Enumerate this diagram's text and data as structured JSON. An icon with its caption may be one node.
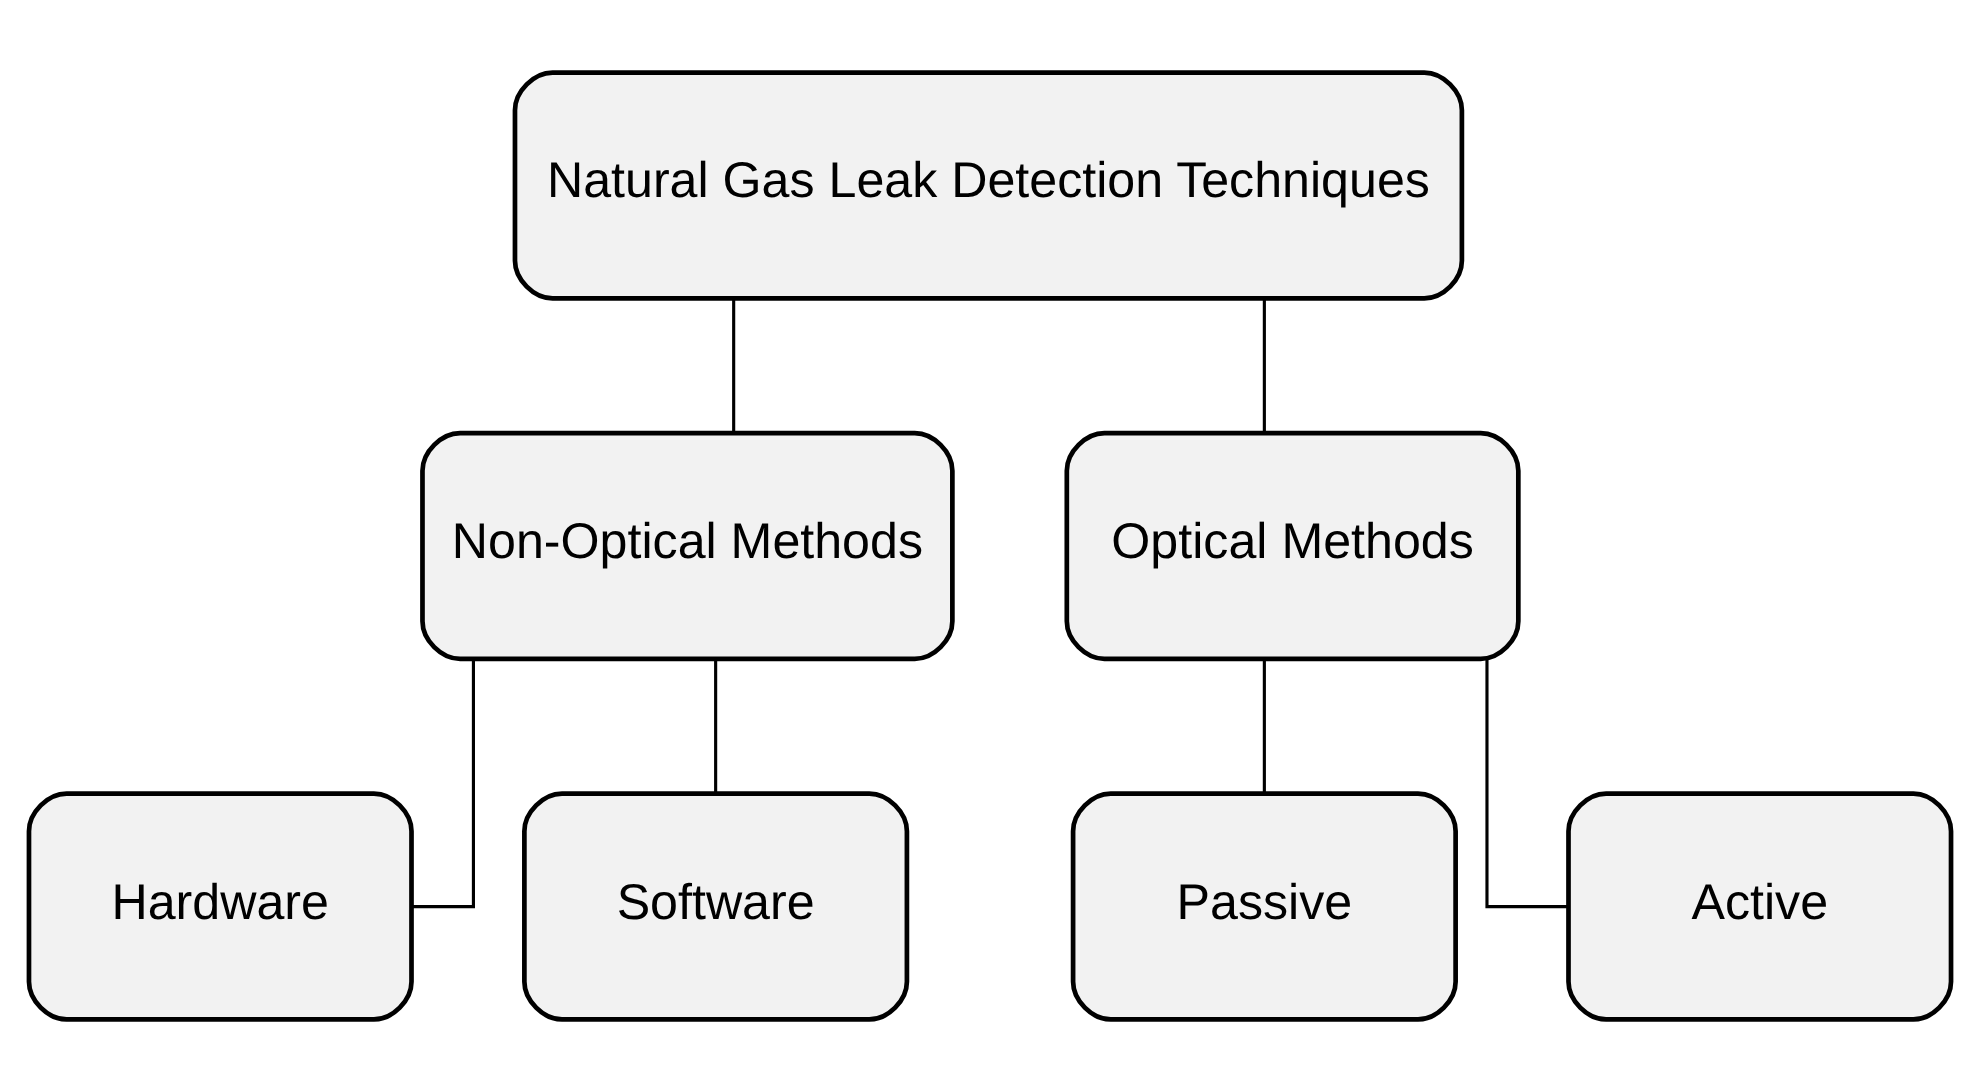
{
  "diagram": {
    "nodes": [
      {
        "text": [
          "Natural Gas Leak Detection Techniques"
        ]
      },
      {
        "text": [
          "Non-Optical Methods"
        ]
      },
      {
        "text": [
          "Optical Methods"
        ]
      },
      {
        "text": [
          "Hardware"
        ]
      },
      {
        "text": [
          "Software"
        ]
      },
      {
        "text": [
          "Passive"
        ]
      },
      {
        "text": [
          "Active"
        ]
      }
    ],
    "edges": [
      {
        "from": 0,
        "to": 1,
        "arrow": "none"
      },
      {
        "from": 0,
        "to": 2,
        "arrow": "none"
      },
      {
        "from": 1,
        "to": 3,
        "arrow": "none"
      },
      {
        "from": 1,
        "to": 4,
        "arrow": "none"
      },
      {
        "from": 2,
        "to": 5,
        "arrow": "none"
      },
      {
        "from": 2,
        "to": 6,
        "arrow": "none"
      }
    ]
  }
}
